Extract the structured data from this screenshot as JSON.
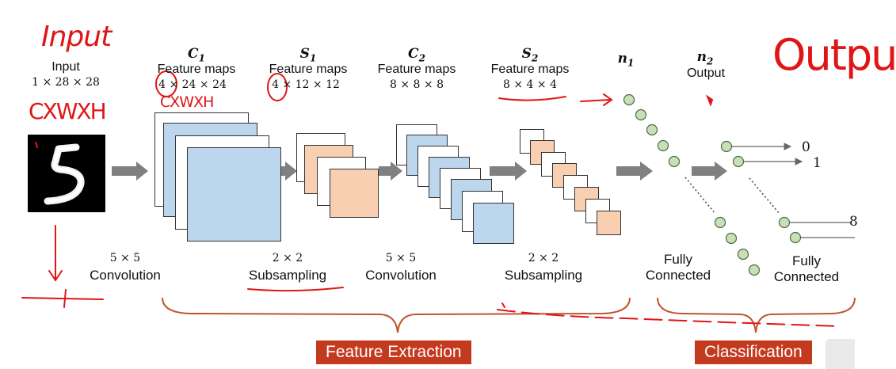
{
  "input": {
    "title": "Input",
    "dims": "1 × 28 × 28"
  },
  "layers": {
    "c1": {
      "name": "C",
      "sub": "1",
      "sub_label": "Feature maps",
      "dims": "4 × 24 × 24"
    },
    "s1": {
      "name": "S",
      "sub": "1",
      "sub_label": "Feature maps",
      "dims": "4 × 12 × 12"
    },
    "c2": {
      "name": "C",
      "sub": "2",
      "sub_label": "Feature maps",
      "dims": "8 × 8 × 8"
    },
    "s2": {
      "name": "S",
      "sub": "2",
      "sub_label": "Feature maps",
      "dims": "8 × 4 × 4"
    },
    "n1": {
      "name": "n",
      "sub": "1"
    },
    "n2": {
      "name": "n",
      "sub": "2",
      "sub_label": "Output"
    }
  },
  "operations": {
    "conv1": {
      "kernel": "5 × 5",
      "label": "Convolution"
    },
    "sub1": {
      "kernel": "2 × 2",
      "label": "Subsampling"
    },
    "conv2": {
      "kernel": "5 × 5",
      "label": "Convolution"
    },
    "sub2": {
      "kernel": "2 × 2",
      "label": "Subsampling"
    },
    "fc1": {
      "line1": "Fully",
      "line2": "Connected"
    },
    "fc2": {
      "line1": "Fully",
      "line2": "Connected"
    }
  },
  "outputs": [
    "0",
    "1",
    "8"
  ],
  "sections": {
    "feature_extraction": "Feature Extraction",
    "classification": "Classification"
  },
  "annotations": {
    "input_note": "Input",
    "shape_note": "CXWXH",
    "c1_note": "CXWXH",
    "output_note": "Outpu"
  },
  "colors": {
    "banner": "#c43a1f",
    "blue_map": "#bcd6ee",
    "peach_map": "#f8cfb1",
    "neuron": "#c9dfb7",
    "arrow": "#808080",
    "handwriting": "#e01616"
  }
}
